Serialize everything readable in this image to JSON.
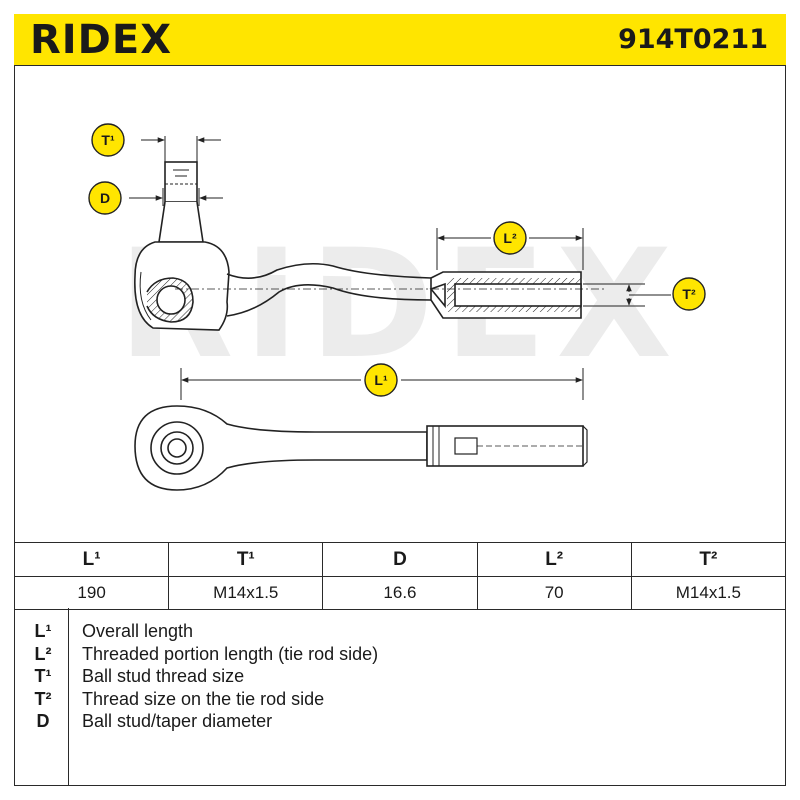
{
  "header": {
    "brand": "RIDEX",
    "part_number": "914T0211"
  },
  "drawing": {
    "watermark": "RIDEX",
    "callouts": {
      "t1_top": "T¹",
      "d_left": "D",
      "l2_top": "L²",
      "t2_right": "T²",
      "l1_mid": "L¹"
    },
    "colors": {
      "badge": "#ffe500",
      "line": "#222222",
      "watermark": "#ececec"
    }
  },
  "table": {
    "headers": [
      "L¹",
      "T¹",
      "D",
      "L²",
      "T²"
    ],
    "values": [
      "190",
      "M14x1.5",
      "16.6",
      "70",
      "M14x1.5"
    ]
  },
  "legend": [
    {
      "symbol": "L¹",
      "text": "Overall length"
    },
    {
      "symbol": "L²",
      "text": "Threaded portion length (tie rod side)"
    },
    {
      "symbol": "T¹",
      "text": "Ball stud thread size"
    },
    {
      "symbol": "T²",
      "text": "Thread size on the tie rod side"
    },
    {
      "symbol": "D",
      "text": "Ball stud/taper diameter"
    }
  ]
}
